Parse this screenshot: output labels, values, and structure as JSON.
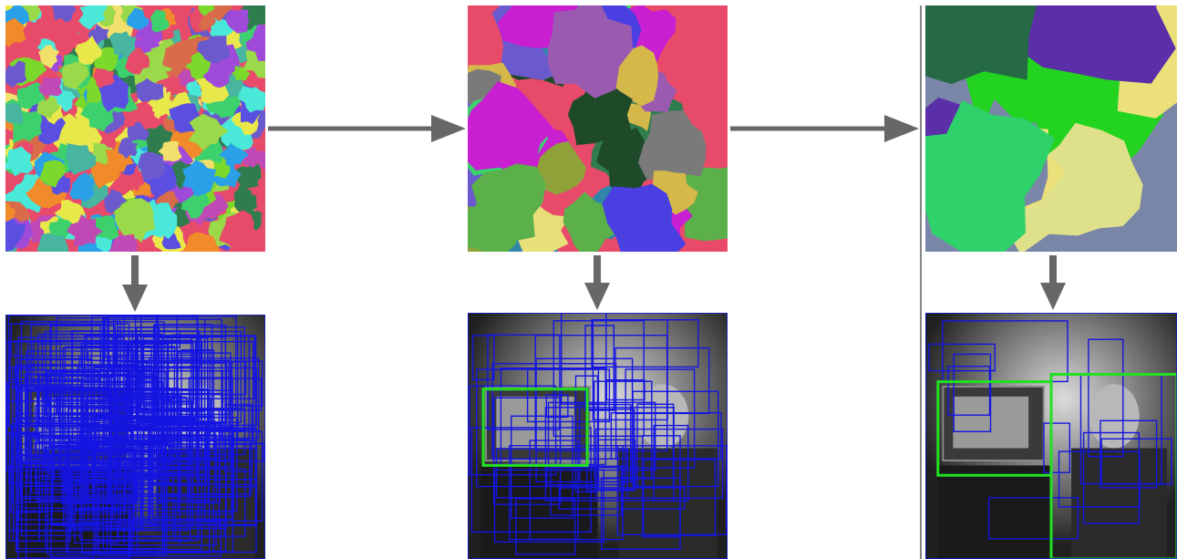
{
  "colors": {
    "arrow": "#676767",
    "box_candidate": "#1515e0",
    "box_selected": "#22e022",
    "divider": "#333333",
    "background": "#ffffff"
  },
  "stages": [
    {
      "level": "fine",
      "segmentation_palette": [
        "#e84a6a",
        "#6a5acd",
        "#2f7d4f",
        "#f2e06c",
        "#3dd16e",
        "#5a4fe0",
        "#c04ab5",
        "#48b5a0",
        "#f08a2a",
        "#9ad94a",
        "#2aa0e8",
        "#e8e84a",
        "#a04ad9",
        "#4ae8d9",
        "#d96a4a",
        "#7ad92a"
      ],
      "box_density": "many"
    },
    {
      "level": "medium",
      "segmentation_palette": [
        "#e84a6a",
        "#6a5acd",
        "#2f7d4f",
        "#e8df7a",
        "#3dd16e",
        "#4a3fe0",
        "#c81fd0",
        "#2f86a8",
        "#8fa23a",
        "#5bb04a",
        "#7a7a7a",
        "#d4b84a",
        "#1f4a2a",
        "#9a5ab0"
      ],
      "box_density": "some",
      "selected_boxes": 1
    },
    {
      "level": "coarse",
      "segmentation_palette": [
        "#7a86a8",
        "#5a2fa8",
        "#22d41f",
        "#6655ee",
        "#ebe07a",
        "#266a45",
        "#2fd16a",
        "#dfe08a"
      ],
      "box_density": "few",
      "selected_boxes": 2
    }
  ]
}
